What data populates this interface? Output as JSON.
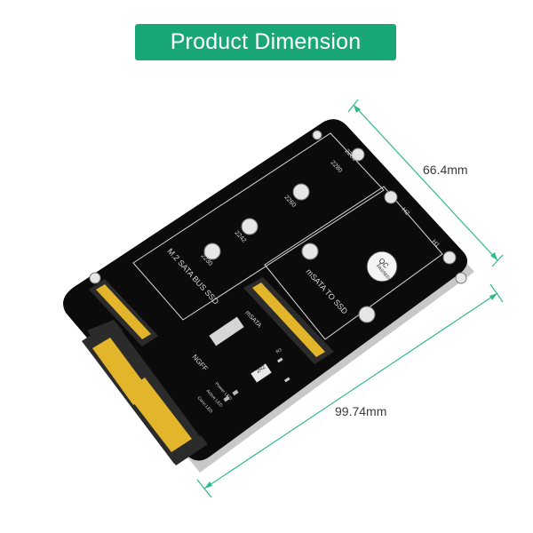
{
  "banner": {
    "title": "Product Dimension",
    "background": "#1aa777"
  },
  "dimensions": {
    "width_label": "66.4mm",
    "length_label": "99.74mm",
    "line_color": "#2fb88a"
  },
  "board": {
    "pcb_color": "#0b0b0b",
    "silk_color": "#d8d8d8",
    "connector_color": "#2b2b2b",
    "gold_color": "#e2b52a",
    "silkscreen": {
      "slot_top_2280": "2280",
      "slot_top_2280b": "2280",
      "h2": "H2",
      "h1": "H1",
      "size_2260": "2260",
      "size_2242": "2242",
      "size_2230": "2230",
      "m2_sata": "M.2 SATA BUS SSD",
      "msata": "mSATA TO SSD",
      "msata_label": "mSATA",
      "ngff": "NGFF",
      "power_led": "Power LED",
      "active_led": "Active LED",
      "conn_led": "Conn LED",
      "r2": "2R2",
      "r3": "R3"
    },
    "qc_sticker": {
      "line1": "QC",
      "line2": "PASSED"
    }
  }
}
